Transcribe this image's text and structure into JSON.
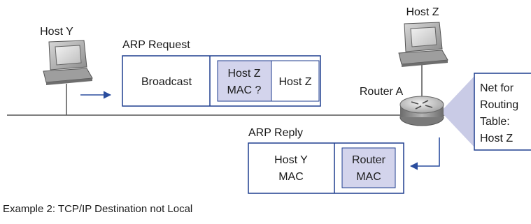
{
  "hosts": {
    "host_y": "Host Y",
    "host_z": "Host Z",
    "router": "Router A"
  },
  "arp_request": {
    "title": "ARP Request",
    "broadcast": "Broadcast",
    "target_line1": "Host Z",
    "target_line2": "MAC ?",
    "destination": "Host Z"
  },
  "arp_reply": {
    "title": "ARP Reply",
    "sender_line1": "Host Y",
    "sender_line2": "MAC",
    "router_line1": "Router",
    "router_line2": "MAC"
  },
  "routing_callout": {
    "line1": "Net for",
    "line2": "Routing",
    "line3": "Table:",
    "line4": "Host Z"
  },
  "caption": "Example 2: TCP/IP Destination not Local",
  "colors": {
    "frame_blue": "#1f3e8f",
    "highlight_fill": "#d3d4ec",
    "callout_fill": "#c9cbe6",
    "arrow_blue": "#2a4d9e",
    "line": "#555555"
  },
  "icons": {
    "host": "desktop-computer-icon",
    "router": "router-icon"
  }
}
